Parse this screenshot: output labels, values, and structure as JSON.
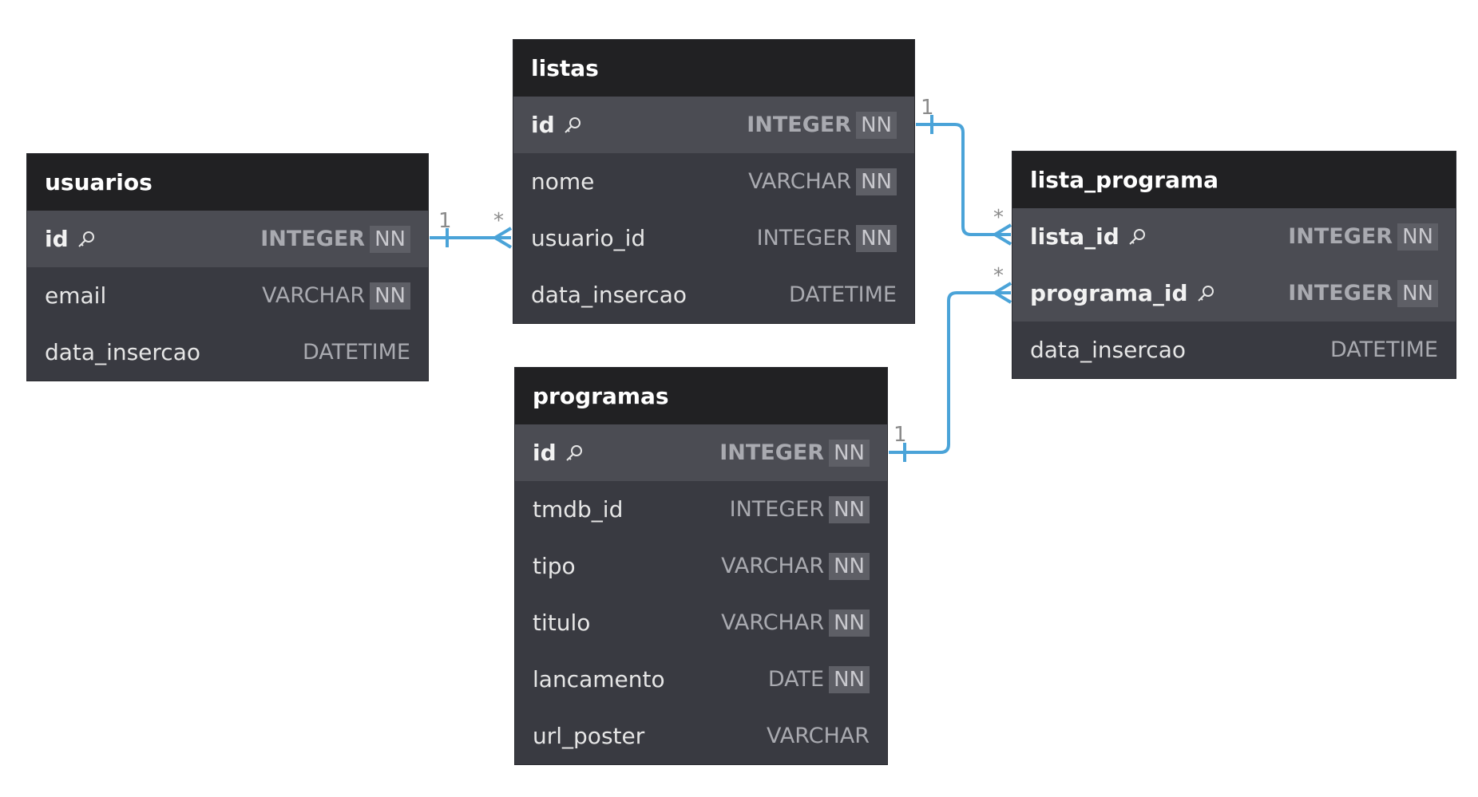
{
  "tables": {
    "listas": {
      "name": "listas",
      "columns": [
        {
          "name": "id",
          "type": "INTEGER",
          "nn": "NN"
        },
        {
          "name": "nome",
          "type": "VARCHAR",
          "nn": "NN"
        },
        {
          "name": "usuario_id",
          "type": "INTEGER",
          "nn": "NN"
        },
        {
          "name": "data_insercao",
          "type": "DATETIME",
          "nn": ""
        }
      ]
    },
    "usuarios": {
      "name": "usuarios",
      "columns": [
        {
          "name": "id",
          "type": "INTEGER",
          "nn": "NN"
        },
        {
          "name": "email",
          "type": "VARCHAR",
          "nn": "NN"
        },
        {
          "name": "data_insercao",
          "type": "DATETIME",
          "nn": ""
        }
      ]
    },
    "lista_programa": {
      "name": "lista_programa",
      "columns": [
        {
          "name": "lista_id",
          "type": "INTEGER",
          "nn": "NN"
        },
        {
          "name": "programa_id",
          "type": "INTEGER",
          "nn": "NN"
        },
        {
          "name": "data_insercao",
          "type": "DATETIME",
          "nn": ""
        }
      ]
    },
    "programas": {
      "name": "programas",
      "columns": [
        {
          "name": "id",
          "type": "INTEGER",
          "nn": "NN"
        },
        {
          "name": "tmdb_id",
          "type": "INTEGER",
          "nn": "NN"
        },
        {
          "name": "tipo",
          "type": "VARCHAR",
          "nn": "NN"
        },
        {
          "name": "titulo",
          "type": "VARCHAR",
          "nn": "NN"
        },
        {
          "name": "lancamento",
          "type": "DATE",
          "nn": "NN"
        },
        {
          "name": "url_poster",
          "type": "VARCHAR",
          "nn": ""
        }
      ]
    }
  },
  "relationships": [
    {
      "from": "usuarios.id",
      "to": "listas.usuario_id",
      "one_label": "1",
      "many_label": "*"
    },
    {
      "from": "listas.id",
      "to": "lista_programa.lista_id",
      "one_label": "1",
      "many_label": "*"
    },
    {
      "from": "programas.id",
      "to": "lista_programa.programa_id",
      "one_label": "1",
      "many_label": "*"
    }
  ],
  "colors": {
    "header": "#212123",
    "row": "#393a41",
    "pk_row": "#4b4c53",
    "connector": "#4aa3d8",
    "label": "#8a8a8a"
  }
}
